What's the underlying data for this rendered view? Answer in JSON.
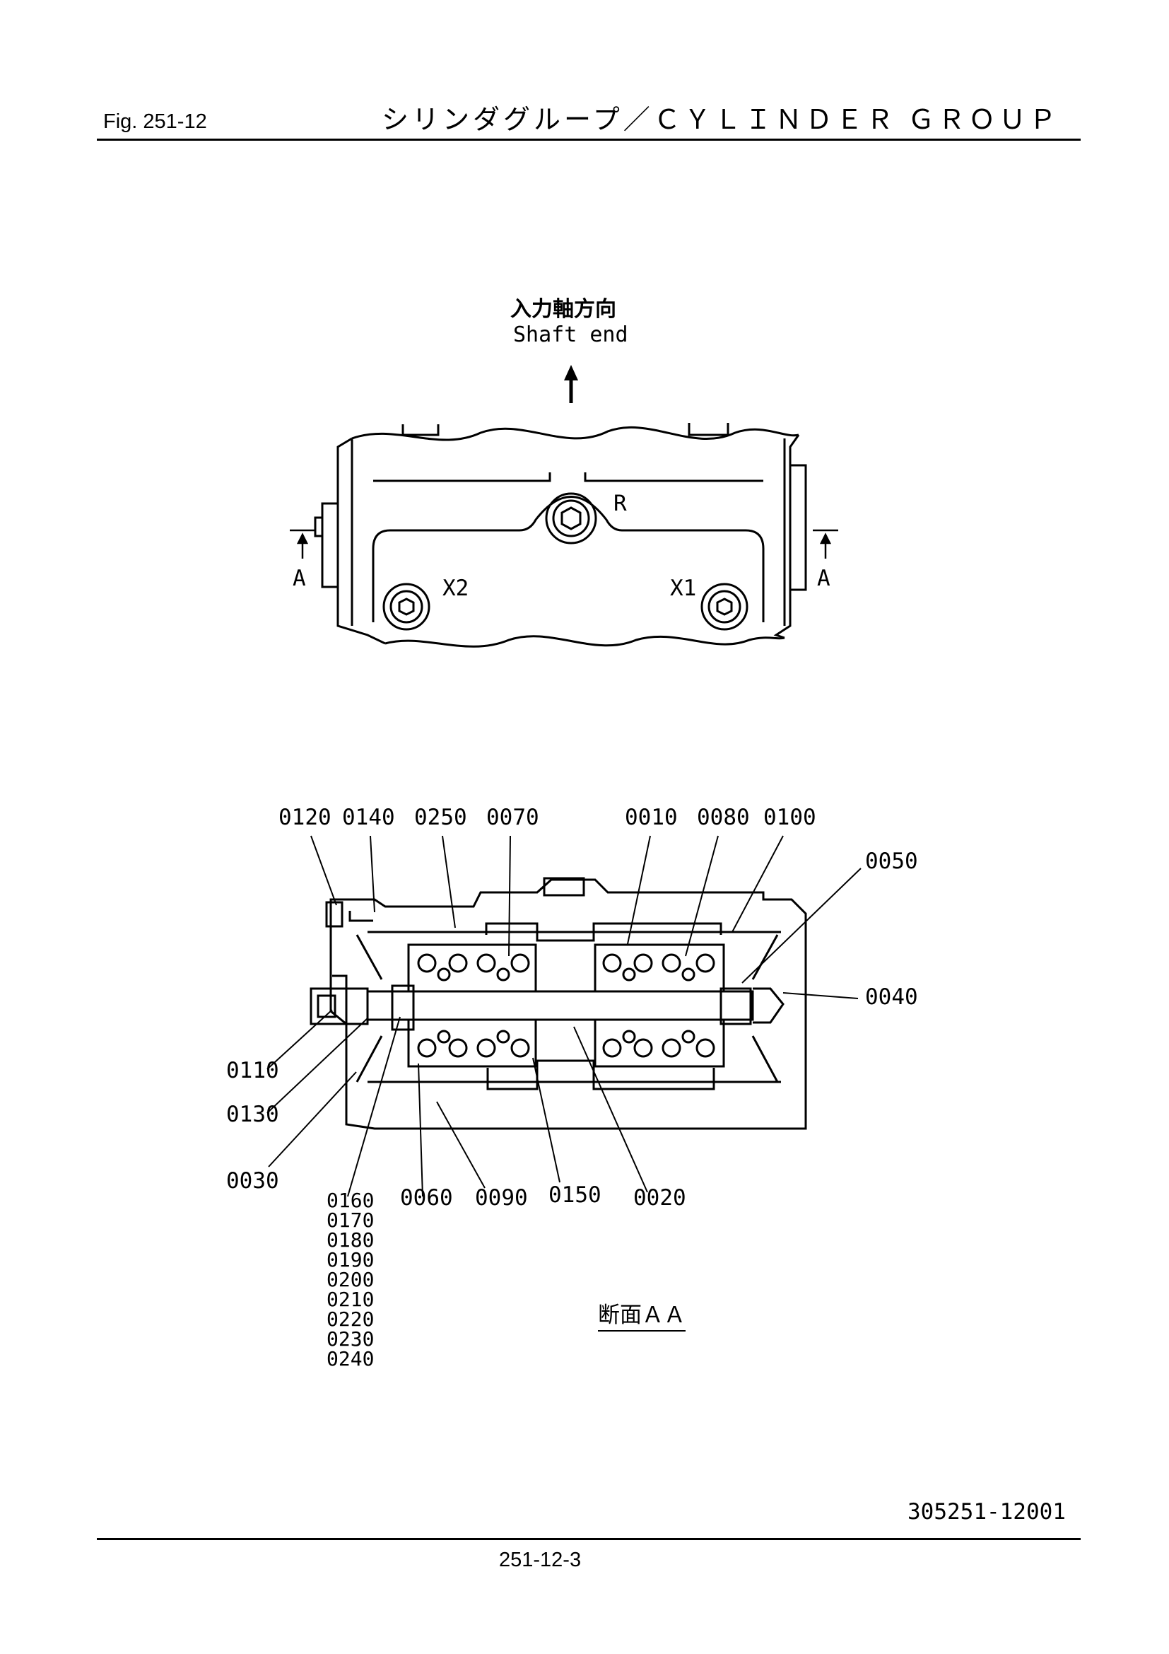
{
  "header": {
    "fig_label": "Fig.  251-12",
    "title": "シリンダグループ／ＣＹＬＩＮＤＥＲ ＧＲＯＵＰ"
  },
  "top_view": {
    "direction_label_jp": "入力軸方向",
    "direction_label_en": "Shaft end",
    "port_r": "R",
    "port_x1": "X1",
    "port_x2": "X2",
    "section_mark_left": "A",
    "section_mark_right": "A"
  },
  "section_view": {
    "callouts_top": [
      "0120",
      "0140",
      "0250",
      "0070",
      "0010",
      "0080",
      "0100"
    ],
    "callout_0050": "0050",
    "callout_0040": "0040",
    "callout_0110": "0110",
    "callout_0130": "0130",
    "callout_0030": "0030",
    "callouts_bottom": [
      "0060",
      "0090",
      "0150",
      "0020"
    ],
    "stacked_parts": [
      "0160",
      "0170",
      "0180",
      "0190",
      "0200",
      "0210",
      "0220",
      "0230",
      "0240"
    ],
    "section_title": "断面ＡＡ"
  },
  "footer": {
    "drawing_number": "305251-12001",
    "page_number": "251-12-3"
  }
}
